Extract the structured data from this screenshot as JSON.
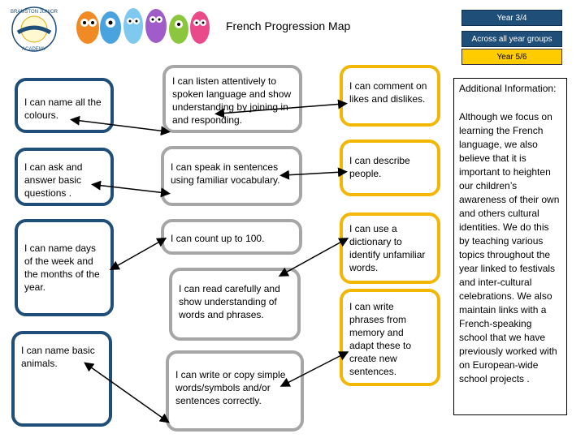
{
  "header": {
    "title": "French Progression Map",
    "logo_text": "BRAMSTON JUNIOR ACADEMY"
  },
  "key": {
    "year34": "Year 3/4",
    "all": "Across all year groups",
    "year56": "Year 5/6",
    "colors": {
      "year34": "#1f4e79",
      "all": "#a6a6a6",
      "year56": "#f2b705"
    }
  },
  "col1": {
    "b1": "I can name all  the colours.",
    "b2": "I can ask and answer basic questions .",
    "b3": "I can name days of the week and the months of the year.",
    "b4": "I can name basic animals."
  },
  "col2": {
    "b1": "I can listen attentively to spoken language and show understanding by joining in and responding.",
    "b2": "I can speak in sentences using familiar vocabulary.",
    "b3": "I can count up to 100.",
    "b4": "I can read carefully and show understanding of words and phrases.",
    "b5": "I can write or copy simple words/symbols and/or sentences correctly."
  },
  "col3": {
    "b1": "I can comment on likes and dislikes.",
    "b2": "I can describe people.",
    "b3": "I can use a dictionary to identify unfamiliar words.",
    "b4": "I can write phrases from memory and adapt these to create new sentences."
  },
  "info": {
    "heading": "Additional Information:",
    "body": "Although we focus on learning the French language, we also believe that it is important to heighten our children’s awareness of their own and others cultural identities. We do this by teaching various topics throughout the year linked to festivals and inter-cultural celebrations.  We also maintain links with  a French-speaking school that we have previously worked with on European-wide school projects ."
  }
}
